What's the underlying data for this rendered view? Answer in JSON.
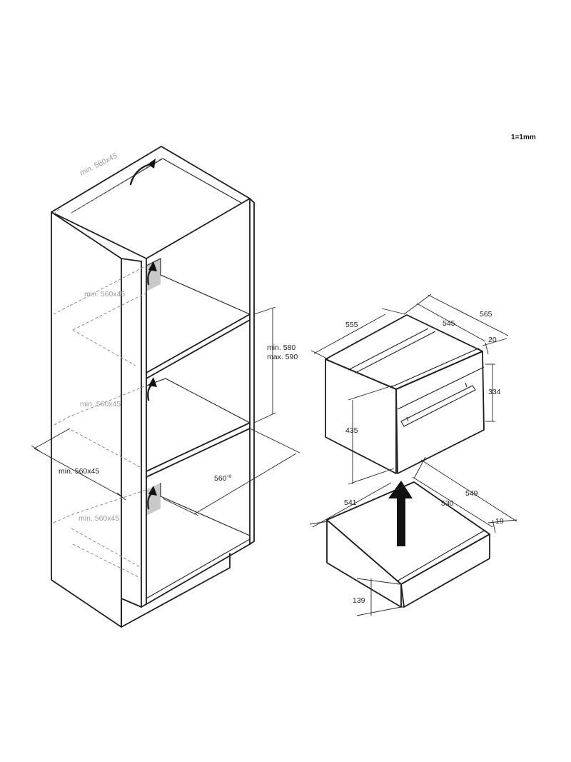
{
  "scale_note": "1=1mm",
  "cabinet": {
    "top_vent": "min. 560x45",
    "upper_vent": "min. 560x45",
    "middle_vent": "min. 560x45",
    "lower_vent": "min. 560x45",
    "side_vent": "min. 560x45",
    "niche_height_min": "min. 580",
    "niche_height_max": "max. 590",
    "niche_width": "560",
    "niche_width_sup": "+8"
  },
  "oven": {
    "width": "555",
    "depth_total": "565",
    "depth_body": "545",
    "front_thickness": "20",
    "front_height": "334",
    "body_height": "435"
  },
  "drawer": {
    "width": "541",
    "depth_total": "549",
    "depth_body": "530",
    "front_thickness": "19",
    "height": "139"
  }
}
